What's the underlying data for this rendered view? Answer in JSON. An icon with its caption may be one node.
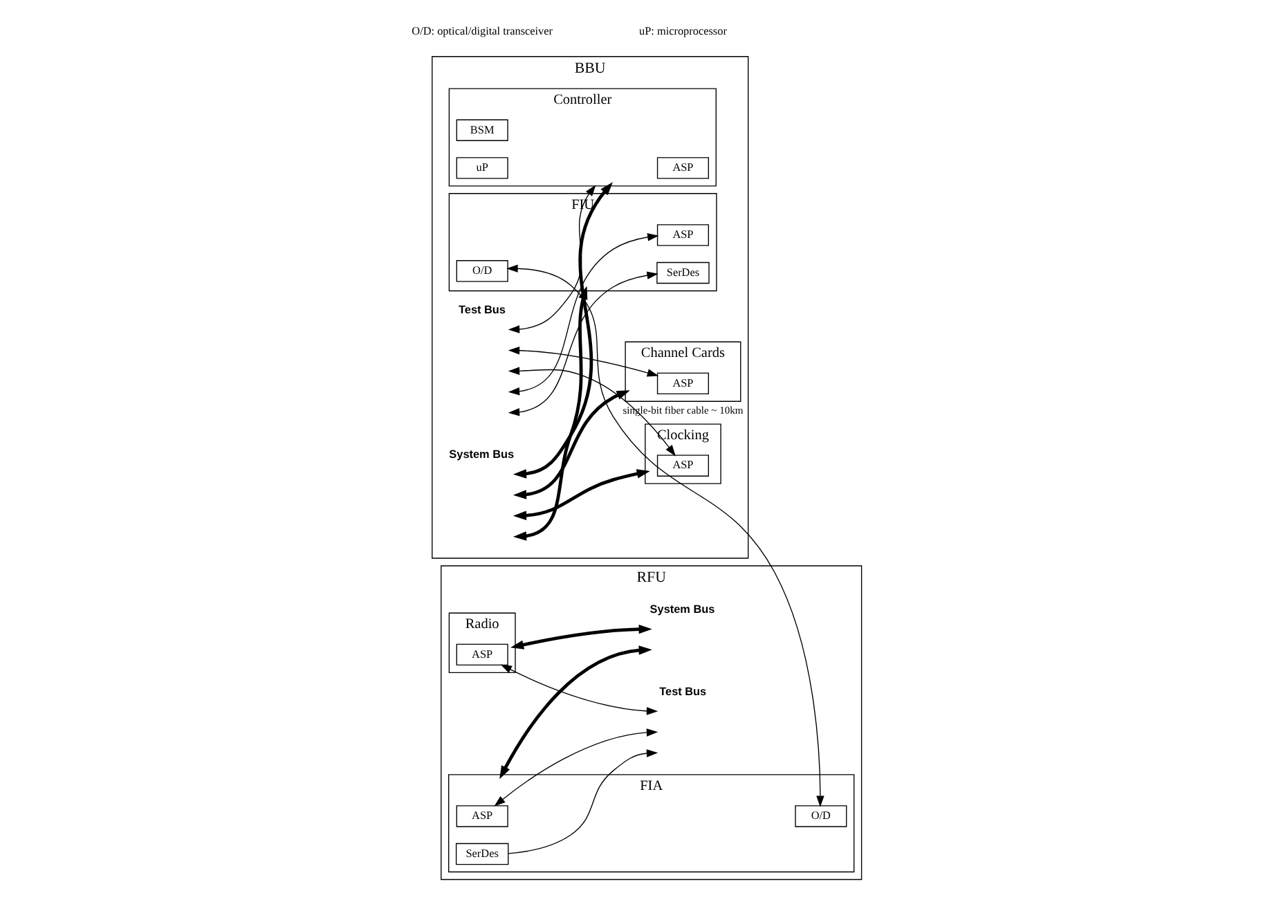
{
  "diagram": {
    "nodes": [
      {
        "text": [
          "BBU"
        ]
      },
      {
        "text": [
          "Test Bus"
        ],
        "in": 0
      },
      {
        "text": [
          "System Bus"
        ],
        "in": 0
      },
      {
        "text": [
          "Controller"
        ],
        "in": 0
      },
      {
        "text": [
          "ASP"
        ],
        "in": 3
      },
      {
        "text": [
          "BSM"
        ],
        "in": 3
      },
      {
        "text": [
          "uP"
        ],
        "in": 3
      },
      {
        "text": [
          "Channel Cards"
        ],
        "in": 0
      },
      {
        "text": [
          "ASP"
        ],
        "in": 7
      },
      {
        "text": [
          "Clocking"
        ],
        "in": 0
      },
      {
        "text": [
          "ASP"
        ],
        "in": 9
      },
      {
        "text": [
          "FIU"
        ],
        "in": 0
      },
      {
        "text": [
          "ASP"
        ],
        "in": 11
      },
      {
        "text": [
          "SerDes"
        ],
        "in": 11
      },
      {
        "text": [
          "O/D"
        ],
        "in": 11
      },
      {
        "text": [
          "RFU"
        ]
      },
      {
        "text": [
          "Radio"
        ],
        "in": 15
      },
      {
        "text": [
          "ASP"
        ],
        "in": 16
      },
      {
        "text": [
          "FIA"
        ],
        "in": 15
      },
      {
        "text": [
          "ASP"
        ],
        "in": 18
      },
      {
        "text": [
          "O/D"
        ],
        "in": 18
      },
      {
        "text": [
          "SerDes"
        ],
        "in": 18
      },
      {
        "text": [
          "Test Bus"
        ],
        "in": 15
      },
      {
        "text": [
          "System Bus"
        ],
        "in": 15
      }
    ],
    "edges": [
      {
        "from": 2,
        "to": 3,
        "arrow": "both",
        "style": "thick"
      },
      {
        "from": 1,
        "to": 3,
        "arrow": "both"
      },
      {
        "from": 2,
        "to": 7,
        "arrow": "both",
        "style": "thick"
      },
      {
        "from": 1,
        "to": 8,
        "arrow": "both"
      },
      {
        "from": 2,
        "to": 9,
        "arrow": "both",
        "style": "thick"
      },
      {
        "from": 1,
        "to": 10,
        "arrow": "both"
      },
      {
        "from": 2,
        "to": 11,
        "arrow": "both",
        "style": "thick"
      },
      {
        "from": 1,
        "to": 12,
        "arrow": "both"
      },
      {
        "from": 1,
        "to": 13,
        "arrow": "both"
      },
      {
        "from": 14,
        "to": 20,
        "arrow": "both",
        "label": "single-bit fiber cable ~ 10km"
      },
      {
        "from": 17,
        "to": 22,
        "arrow": "both"
      },
      {
        "from": 16,
        "to": 23,
        "arrow": "both",
        "style": "thick"
      },
      {
        "from": 18,
        "to": 23,
        "arrow": "both",
        "style": "thick"
      },
      {
        "from": 19,
        "to": 22,
        "arrow": "both"
      },
      {
        "from": 21,
        "to": 22,
        "arrow": "to"
      }
    ],
    "labels": [
      "O/D: optical/digital transceiver",
      "uP: microprocessor"
    ]
  }
}
